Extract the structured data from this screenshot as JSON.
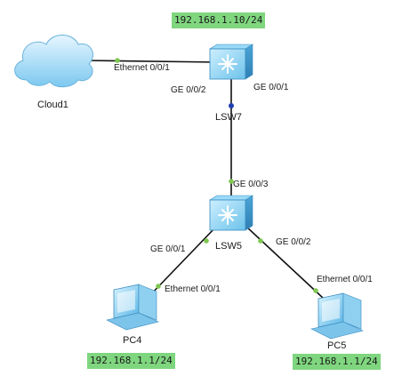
{
  "devices": {
    "cloud": {
      "name": "Cloud1",
      "icon": "cloud-icon"
    },
    "lsw7": {
      "name": "LSW7",
      "icon": "switch-icon",
      "ip": "192.168.1.10/24"
    },
    "lsw5": {
      "name": "LSW5",
      "icon": "switch-icon"
    },
    "pc4": {
      "name": "PC4",
      "icon": "pc-icon",
      "ip": "192.168.1.1/24"
    },
    "pc5": {
      "name": "PC5",
      "icon": "pc-icon",
      "ip": "192.168.1.1/24"
    }
  },
  "links": [
    {
      "from": "Cloud1",
      "to": "LSW7",
      "from_port": "Ethernet 0/0/1",
      "to_port": "GE 0/0/2"
    },
    {
      "from": "LSW7",
      "to": "LSW5",
      "from_port": "GE 0/0/1",
      "to_port": "GE 0/0/3"
    },
    {
      "from": "LSW5",
      "to": "PC4",
      "from_port": "GE 0/0/1",
      "to_port": "Ethernet 0/0/1"
    },
    {
      "from": "LSW5",
      "to": "PC5",
      "from_port": "GE 0/0/2",
      "to_port": "Ethernet 0/0/1"
    }
  ],
  "colors": {
    "ip_badge": "#7fd67f",
    "port_dot_up": "#7ec850",
    "port_dot_blue": "#1f3fb0",
    "link": "#111111",
    "switch_body": "#5fb8e0"
  }
}
